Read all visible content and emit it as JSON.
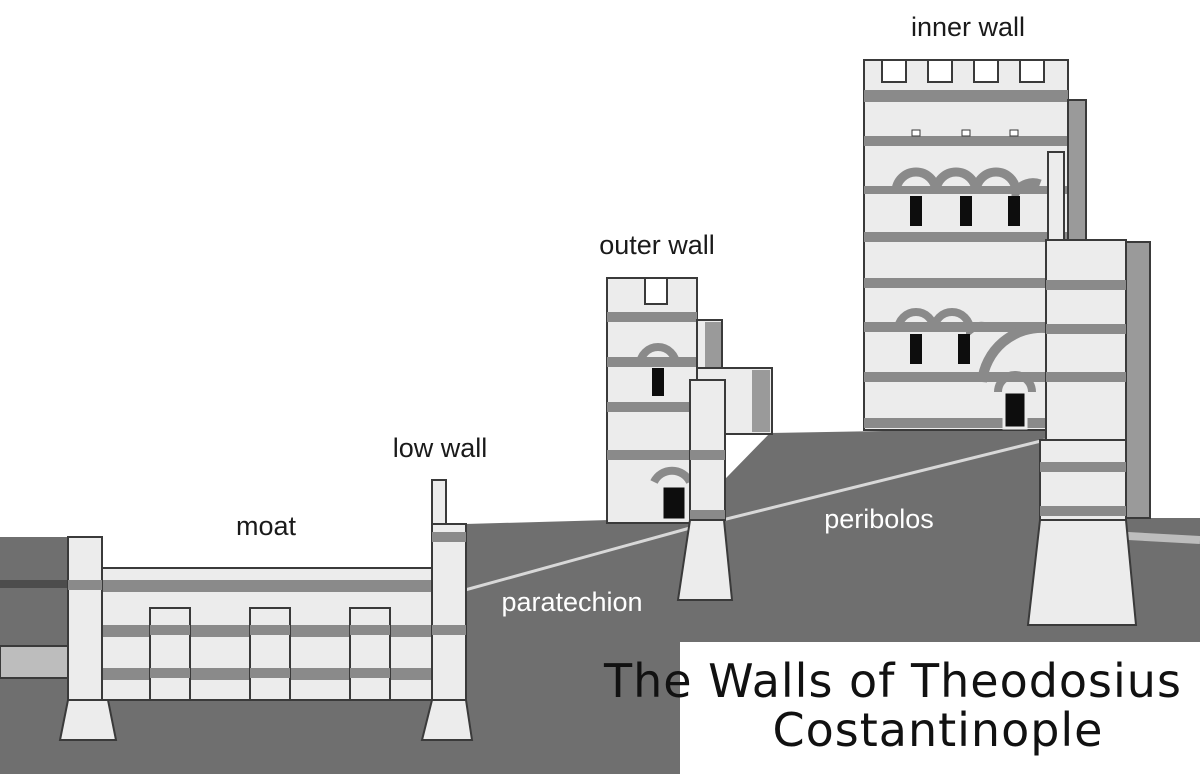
{
  "labels": {
    "inner_wall": "inner wall",
    "outer_wall": "outer wall",
    "low_wall": "low wall",
    "moat": "moat",
    "peribolos": "peribolos",
    "paratechion": "paratechion"
  },
  "title": {
    "line1": "The Walls of Theodosius",
    "line2": "Costantinople"
  },
  "colors": {
    "ground": "#6f6f6f",
    "stone_light": "#ececec",
    "stone_band": "#8a8a8a",
    "outline": "#3a3a3a",
    "window": "#0d0d0d"
  }
}
